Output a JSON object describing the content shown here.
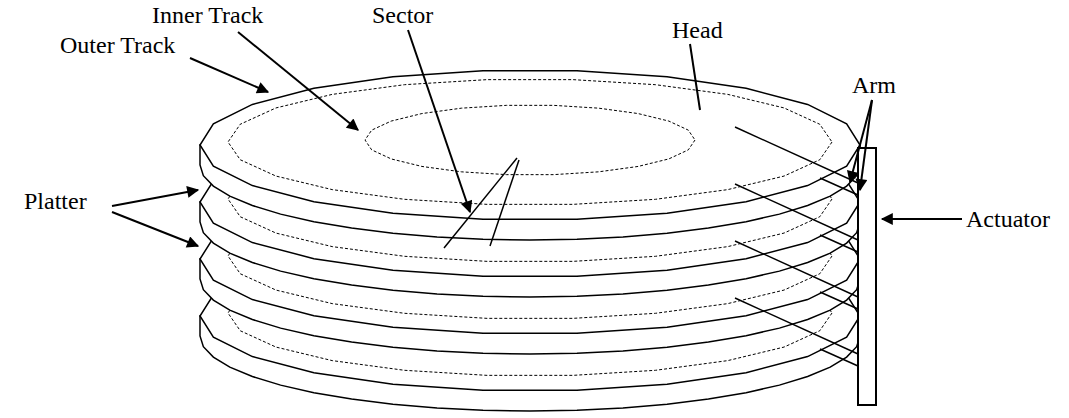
{
  "diagram": {
    "labels": [
      "Inner Track",
      "Sector",
      "Head",
      "Outer Track",
      "Arm",
      "Platter",
      "Actuator"
    ]
  }
}
